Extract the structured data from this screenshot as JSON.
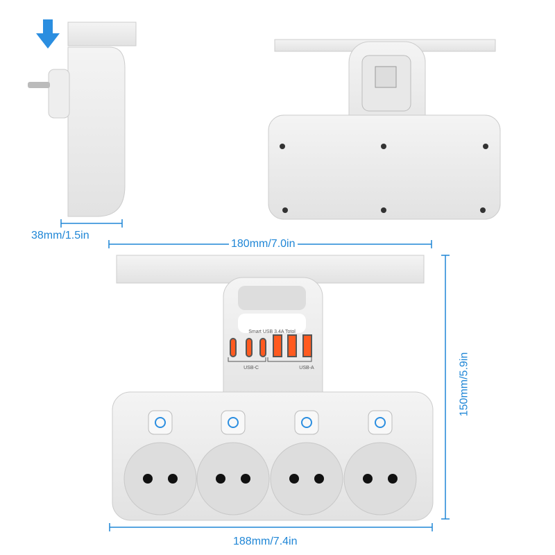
{
  "dimensions": {
    "depth": "38mm/1.5in",
    "width_top": "180mm/7.0in",
    "height": "150mm/5.9in",
    "width_bottom": "188mm/7.4in"
  },
  "panel": {
    "title": "Smart USB 3.4A Totol",
    "usb_c_label": "USB-C",
    "usb_a_label": "USB-A"
  },
  "colors": {
    "accent": "#1f86d6",
    "port": "#ff5a1f",
    "body": "#ececec"
  }
}
